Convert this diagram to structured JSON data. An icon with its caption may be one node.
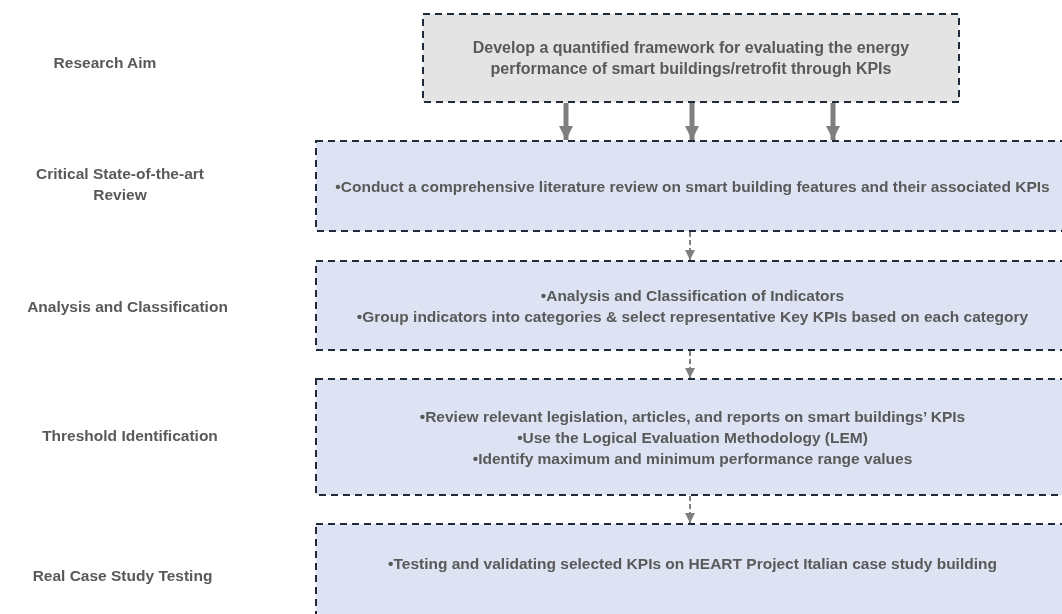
{
  "diagram": {
    "nodes": [
      {
        "text": [
          "Develop a quantified framework for evaluating the energy performance of smart buildings/retrofit through KPIs"
        ]
      },
      {
        "text": [
          "•Conduct a comprehensive literature review on smart building features and their associated KPIs"
        ]
      },
      {
        "text": [
          "•Analysis and Classification of Indicators",
          "•Group indicators into categories & select representative Key KPIs based on each category"
        ]
      },
      {
        "text": [
          "•Review relevant legislation, articles, and reports on smart buildings’ KPIs",
          "•Use the Logical Evaluation Methodology (LEM)",
          "•Identify maximum and minimum performance range values"
        ]
      },
      {
        "text": [
          "•Testing and validating selected KPIs on HEART Project Italian case study building"
        ]
      }
    ],
    "edges": [
      {
        "from": 0,
        "to": 1,
        "arrow": "to",
        "style": "thick"
      },
      {
        "from": 0,
        "to": 1,
        "arrow": "to",
        "style": "thick"
      },
      {
        "from": 0,
        "to": 1,
        "arrow": "to",
        "style": "thick"
      },
      {
        "from": 1,
        "to": 2,
        "arrow": "to",
        "style": "dashed"
      },
      {
        "from": 2,
        "to": 3,
        "arrow": "to",
        "style": "dashed"
      },
      {
        "from": 3,
        "to": 4,
        "arrow": "to",
        "style": "dashed"
      }
    ],
    "labels": [
      "Research Aim",
      "Critical State-of-the-art Review",
      "Analysis and Classification",
      "Threshold Identification",
      "Real Case Study Testing"
    ]
  }
}
